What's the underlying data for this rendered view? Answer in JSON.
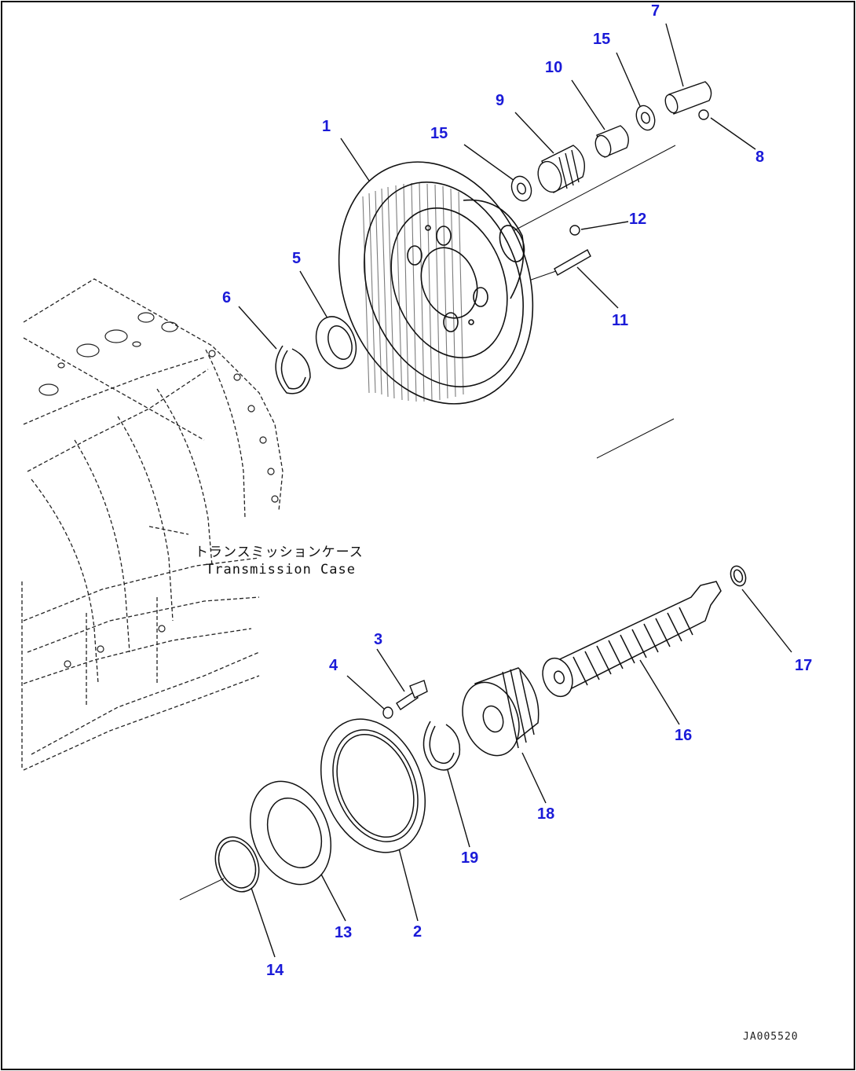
{
  "case_label": {
    "japanese": "トランスミッションケース",
    "english": "Transmission Case"
  },
  "drawing_number": "JA005520",
  "callouts": [
    {
      "id": "c1",
      "label": "1"
    },
    {
      "id": "c2",
      "label": "2"
    },
    {
      "id": "c3",
      "label": "3"
    },
    {
      "id": "c4",
      "label": "4"
    },
    {
      "id": "c5",
      "label": "5"
    },
    {
      "id": "c6",
      "label": "6"
    },
    {
      "id": "c7",
      "label": "7"
    },
    {
      "id": "c8",
      "label": "8"
    },
    {
      "id": "c9",
      "label": "9"
    },
    {
      "id": "c10",
      "label": "10"
    },
    {
      "id": "c11",
      "label": "11"
    },
    {
      "id": "c12",
      "label": "12"
    },
    {
      "id": "c13",
      "label": "13"
    },
    {
      "id": "c14",
      "label": "14"
    },
    {
      "id": "c15a",
      "label": "15"
    },
    {
      "id": "c15b",
      "label": "15"
    },
    {
      "id": "c16",
      "label": "16"
    },
    {
      "id": "c17",
      "label": "17"
    },
    {
      "id": "c18",
      "label": "18"
    },
    {
      "id": "c19",
      "label": "19"
    }
  ],
  "colors": {
    "callout": "#1a1ad8",
    "line": "#111111",
    "background": "#ffffff"
  }
}
